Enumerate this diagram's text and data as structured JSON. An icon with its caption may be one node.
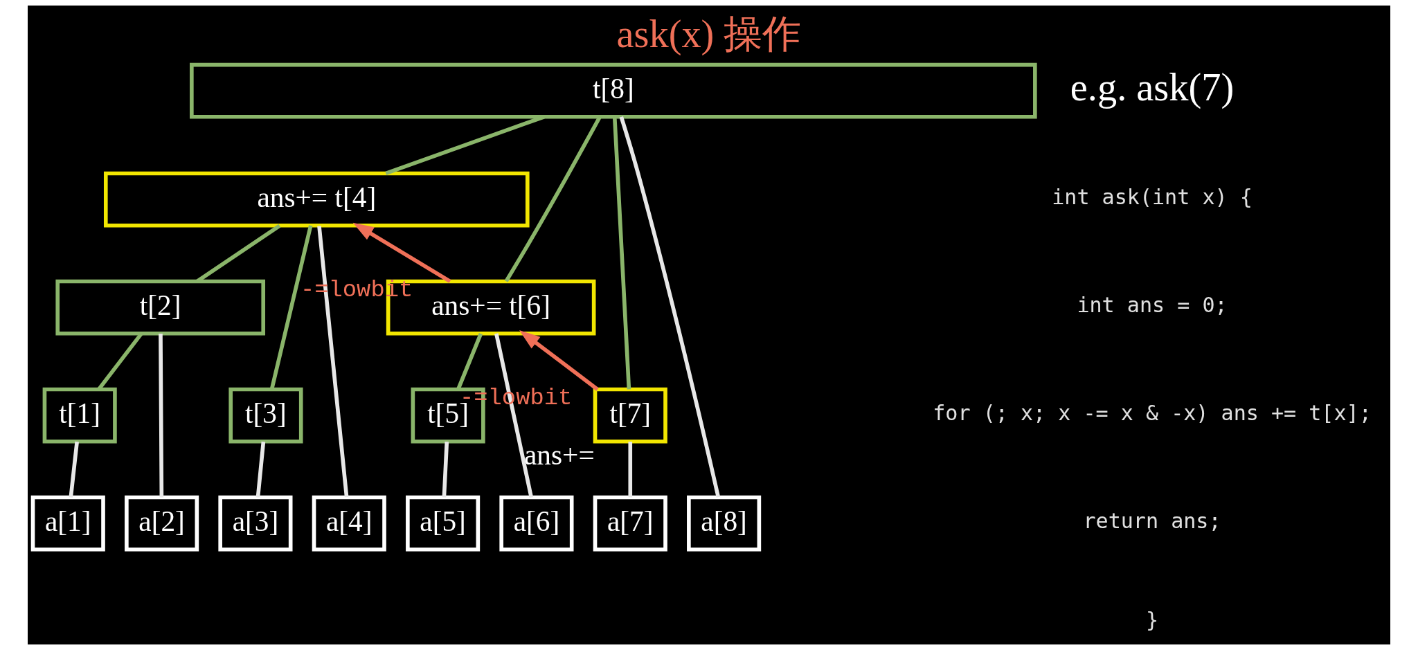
{
  "diagram": {
    "title": "ask(x) 操作",
    "nodes": [
      {
        "text": [
          "t[8]"
        ]
      },
      {
        "text": [
          "ans+= t[4]"
        ]
      },
      {
        "text": [
          "t[2]"
        ]
      },
      {
        "text": [
          "ans+= t[6]"
        ]
      },
      {
        "text": [
          "t[1]"
        ]
      },
      {
        "text": [
          "t[3]"
        ]
      },
      {
        "text": [
          "t[5]"
        ]
      },
      {
        "text": [
          "t[7]"
        ],
        "beside": [
          "ans+="
        ]
      },
      {
        "text": [
          "a[1]"
        ]
      },
      {
        "text": [
          "a[2]"
        ]
      },
      {
        "text": [
          "a[3]"
        ]
      },
      {
        "text": [
          "a[4]"
        ]
      },
      {
        "text": [
          "a[5]"
        ]
      },
      {
        "text": [
          "a[6]"
        ]
      },
      {
        "text": [
          "a[7]"
        ]
      },
      {
        "text": [
          "a[8]"
        ]
      }
    ],
    "edges": [
      {
        "from": 0,
        "to": 1,
        "arrow": "none",
        "color": "#8ab56a"
      },
      {
        "from": 0,
        "to": 3,
        "arrow": "none",
        "color": "#8ab56a"
      },
      {
        "from": 0,
        "to": 7,
        "arrow": "none",
        "color": "#8ab56a"
      },
      {
        "from": 0,
        "to": 15,
        "arrow": "none",
        "color": "#e8e8e8"
      },
      {
        "from": 1,
        "to": 2,
        "arrow": "none",
        "color": "#8ab56a"
      },
      {
        "from": 1,
        "to": 5,
        "arrow": "none",
        "color": "#8ab56a"
      },
      {
        "from": 1,
        "to": 11,
        "arrow": "none",
        "color": "#e8e8e8"
      },
      {
        "from": 2,
        "to": 4,
        "arrow": "none",
        "color": "#8ab56a"
      },
      {
        "from": 2,
        "to": 9,
        "arrow": "none",
        "color": "#e8e8e8"
      },
      {
        "from": 3,
        "to": 6,
        "arrow": "none",
        "color": "#8ab56a"
      },
      {
        "from": 3,
        "to": 13,
        "arrow": "none",
        "color": "#e8e8e8"
      },
      {
        "from": 4,
        "to": 8,
        "arrow": "none",
        "color": "#e8e8e8"
      },
      {
        "from": 5,
        "to": 10,
        "arrow": "none",
        "color": "#e8e8e8"
      },
      {
        "from": 6,
        "to": 12,
        "arrow": "none",
        "color": "#e8e8e8"
      },
      {
        "from": 7,
        "to": 14,
        "arrow": "none",
        "color": "#e8e8e8"
      },
      {
        "from": 7,
        "to": 3,
        "arrow": "to",
        "label": "-=lowbit",
        "color": "#f07058"
      },
      {
        "from": 3,
        "to": 1,
        "arrow": "to",
        "label": "-=lowbit",
        "color": "#f07058"
      }
    ],
    "labels": [
      "e.g. ask(7)",
      "int ask(int x) {",
      "int ans = 0;",
      "for (; x; x -= x & -x) ans += t[x];",
      "return ans;",
      "}"
    ]
  }
}
